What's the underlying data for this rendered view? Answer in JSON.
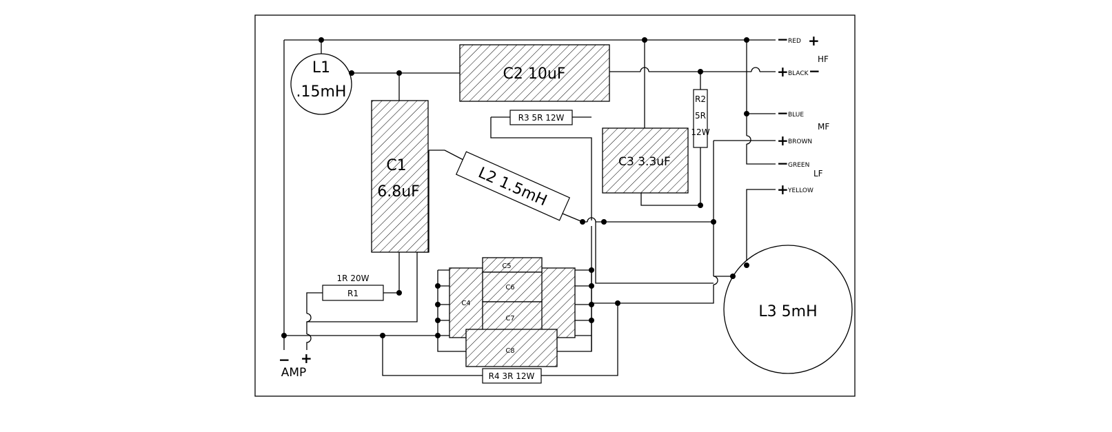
{
  "components": {
    "L1": {
      "name": "L1",
      "value": ".15mH"
    },
    "C2": "C2 10uF",
    "C1": {
      "name": "C1",
      "value": "6.8uF"
    },
    "R3": "R3 5R 12W",
    "L2": "L2  1.5mH",
    "C3": "C3 3.3uF",
    "R2": {
      "name": "R2",
      "value": "5R",
      "power": "12W"
    },
    "R1": {
      "name": "R1",
      "rating": "1R 20W"
    },
    "C4": "C4",
    "C5": "C5",
    "C6": "C6",
    "C7": "C7",
    "C8": "C8",
    "R4": "R4 3R 12W",
    "L3": "L3 5mH"
  },
  "terminals": {
    "red": "RED",
    "black": "BLACK",
    "blue": "BLUE",
    "brown": "BROWN",
    "green": "GREEN",
    "yellow": "YELLOW",
    "minus": "−",
    "plus": "+"
  },
  "sections": {
    "hf": "HF",
    "mf": "MF",
    "lf": "LF"
  },
  "amp": {
    "label": "AMP",
    "minus": "−",
    "plus": "+"
  }
}
